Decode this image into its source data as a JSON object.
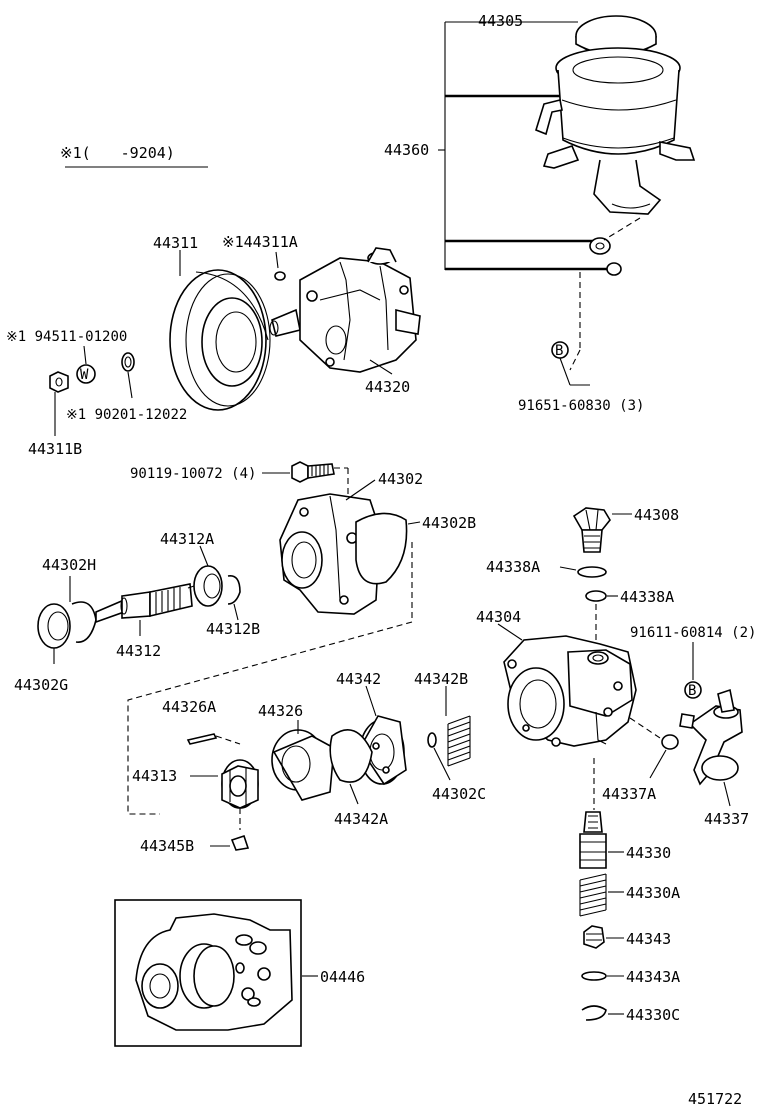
{
  "labels": {
    "l44305": "44305",
    "l44360": "44360",
    "note_range": "※1(　　-9204)",
    "l44311": "44311",
    "l44311A": "※144311A",
    "l94511": "※1 94511-01200",
    "l90201": "※1 90201-12022",
    "l44311B": "44311B",
    "l44320": "44320",
    "l91651": "91651-60830 (3)",
    "l90119": "90119-10072 (4)",
    "l44302": "44302",
    "l44302B": "44302B",
    "l44308": "44308",
    "l44338A_1": "44338A",
    "l44338A_2": "44338A",
    "l44312A": "44312A",
    "l44302H": "44302H",
    "l44312B": "44312B",
    "l44312": "44312",
    "l44302G": "44302G",
    "l44304": "44304",
    "l91611": "91611-60814 (2)",
    "l44326A": "44326A",
    "l44326": "44326",
    "l44342": "44342",
    "l44342B": "44342B",
    "l44313": "44313",
    "l44302C": "44302C",
    "l44342A": "44342A",
    "l44337A": "44337A",
    "l44337": "44337",
    "l44345B": "44345B",
    "l44330": "44330",
    "l44330A": "44330A",
    "l44343": "44343",
    "l44343A": "44343A",
    "l44330C": "44330C",
    "l04446": "04446",
    "l451722": "451722"
  },
  "markers": {
    "washer_w": "W",
    "bolt_b1": "B",
    "bolt_b2": "B"
  }
}
